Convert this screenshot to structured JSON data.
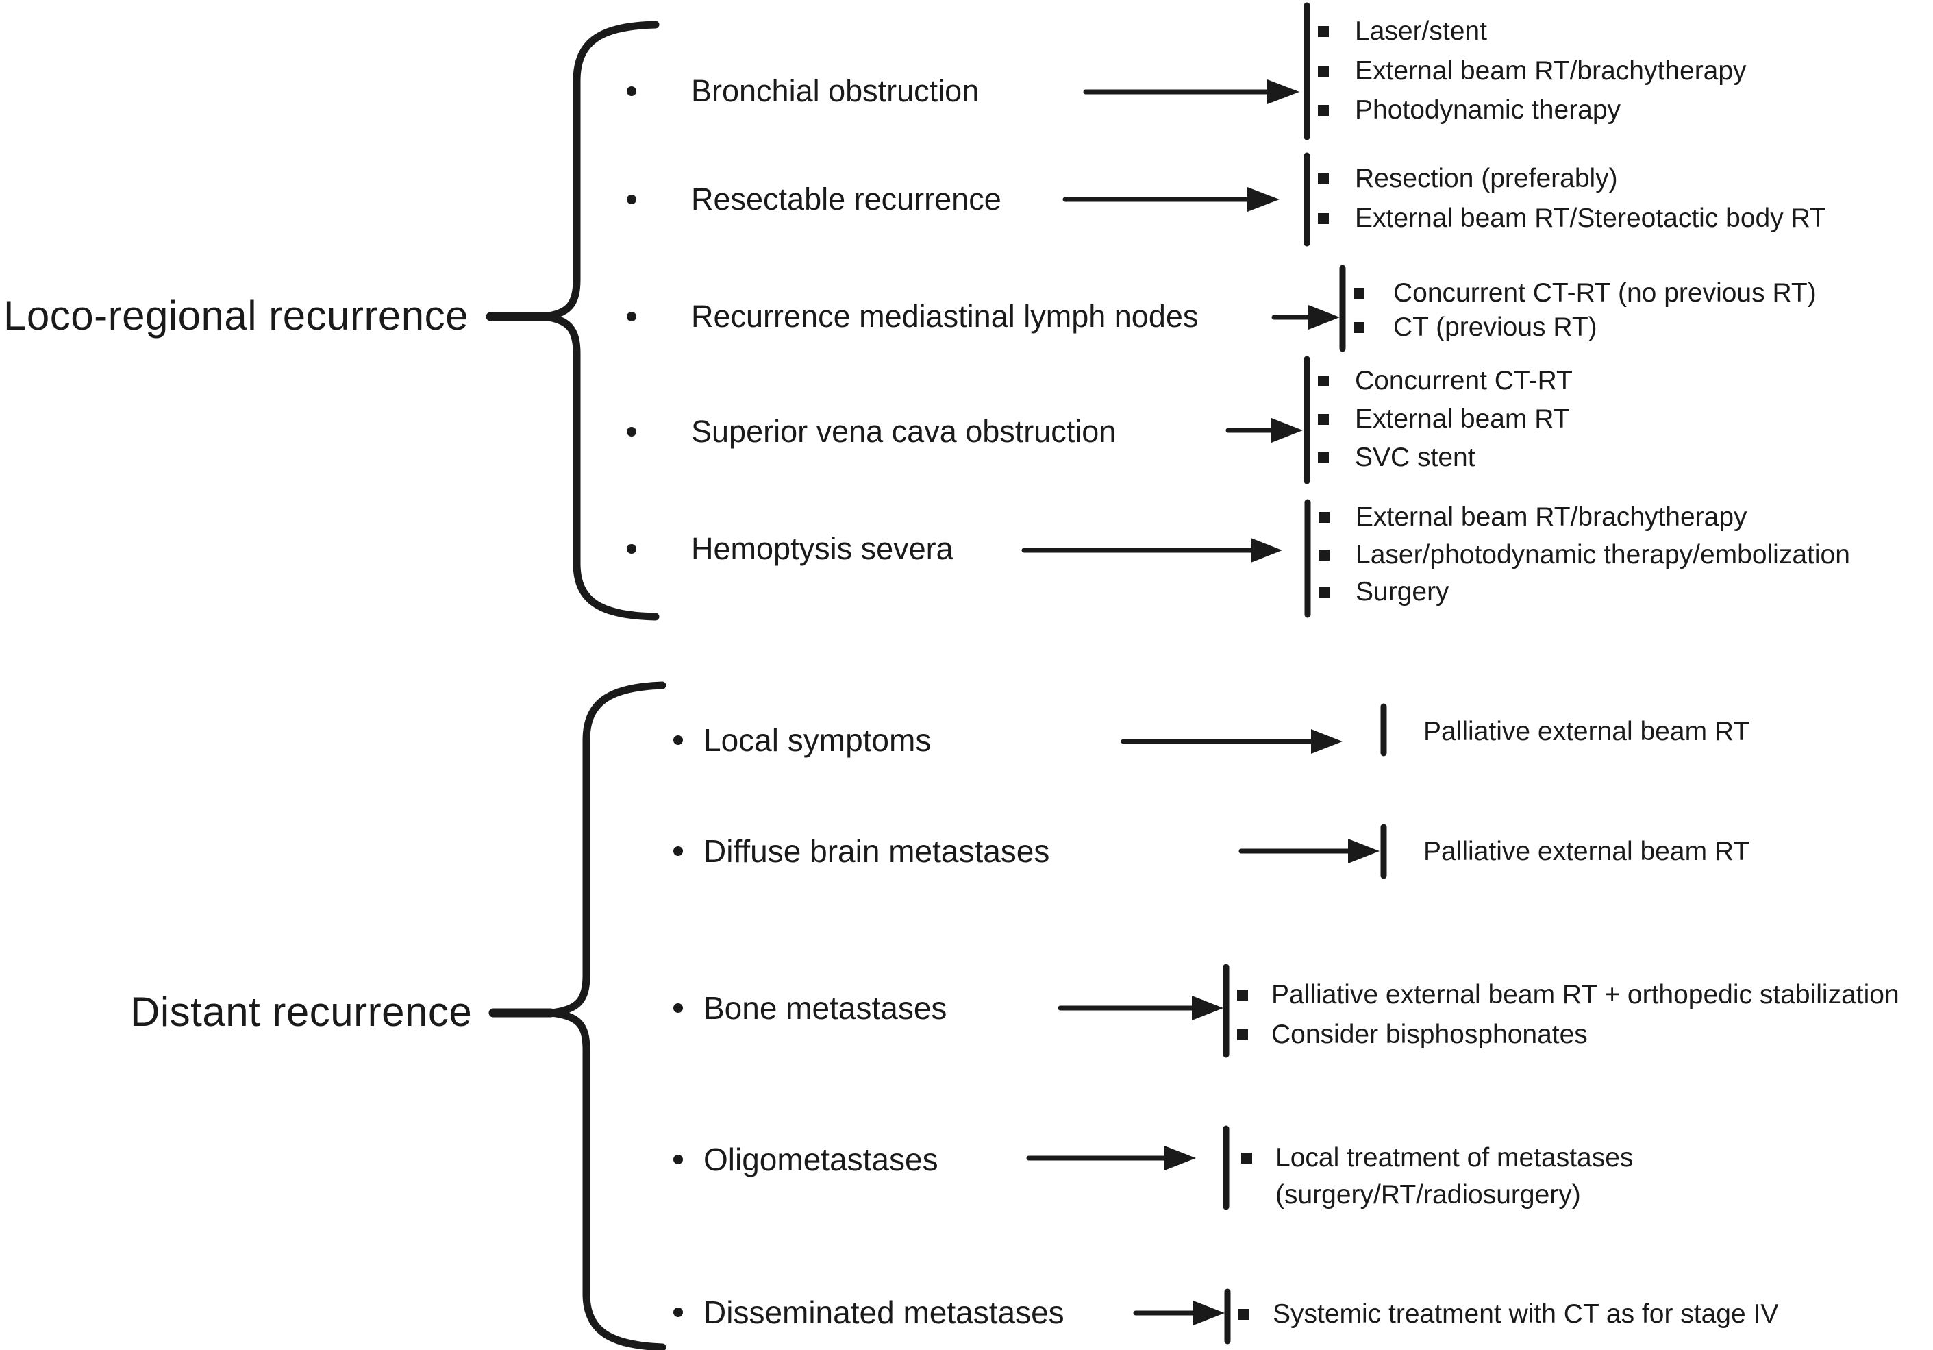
{
  "figure": {
    "background": "#ffffff",
    "ink_color": "#1a1a1a",
    "sections": [
      {
        "label": "Loco-regional recurrence",
        "items": [
          {
            "label": "Bronchial obstruction",
            "treatments": [
              "Laser/stent",
              "External beam RT/brachytherapy",
              "Photodynamic therapy"
            ]
          },
          {
            "label": "Resectable recurrence",
            "treatments": [
              "Resection (preferably)",
              "External beam RT/Stereotactic body RT"
            ]
          },
          {
            "label": "Recurrence mediastinal lymph nodes",
            "treatments": [
              "Concurrent CT-RT (no previous RT)",
              "CT (previous RT)"
            ]
          },
          {
            "label": "Superior vena cava obstruction",
            "treatments": [
              "Concurrent CT-RT",
              "External beam RT",
              "SVC stent"
            ]
          },
          {
            "label": "Hemoptysis severa",
            "treatments": [
              "External beam RT/brachytherapy",
              "Laser/photodynamic therapy/embolization",
              "Surgery"
            ]
          }
        ]
      },
      {
        "label": "Distant recurrence",
        "items": [
          {
            "label": "Local symptoms",
            "treatments": [
              "Palliative external beam RT"
            ]
          },
          {
            "label": "Diffuse brain metastases",
            "treatments": [
              "Palliative external beam RT"
            ]
          },
          {
            "label": "Bone metastases",
            "treatments": [
              "Palliative external beam RT + orthopedic stabilization",
              "Consider bisphosphonates"
            ]
          },
          {
            "label": "Oligometastases",
            "treatments": [
              "Local treatment of metastases",
              "(surgery/RT/radiosurgery)"
            ]
          },
          {
            "label": "Disseminated metastases",
            "treatments": [
              "Systemic treatment with CT as for stage IV"
            ]
          }
        ]
      }
    ]
  }
}
